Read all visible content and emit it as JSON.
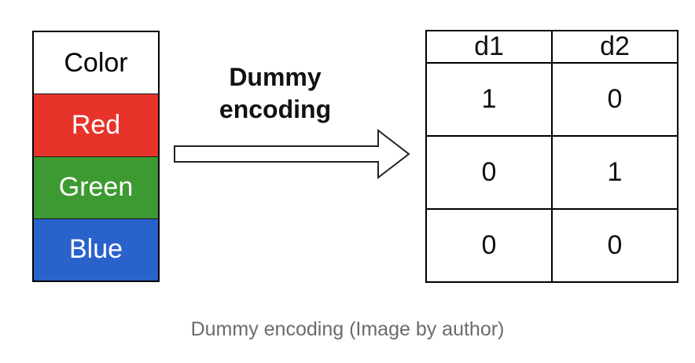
{
  "color_table": {
    "header": "Color",
    "rows": [
      {
        "label": "Red",
        "color": "#e8332a"
      },
      {
        "label": "Green",
        "color": "#3d9a32"
      },
      {
        "label": "Blue",
        "color": "#2a62cc"
      }
    ]
  },
  "arrow": {
    "label_line1": "Dummy",
    "label_line2": "encoding"
  },
  "dummy_table": {
    "headers": [
      "d1",
      "d2"
    ],
    "rows": [
      [
        "1",
        "0"
      ],
      [
        "0",
        "1"
      ],
      [
        "0",
        "0"
      ]
    ]
  },
  "caption": "Dummy encoding (Image by author)"
}
